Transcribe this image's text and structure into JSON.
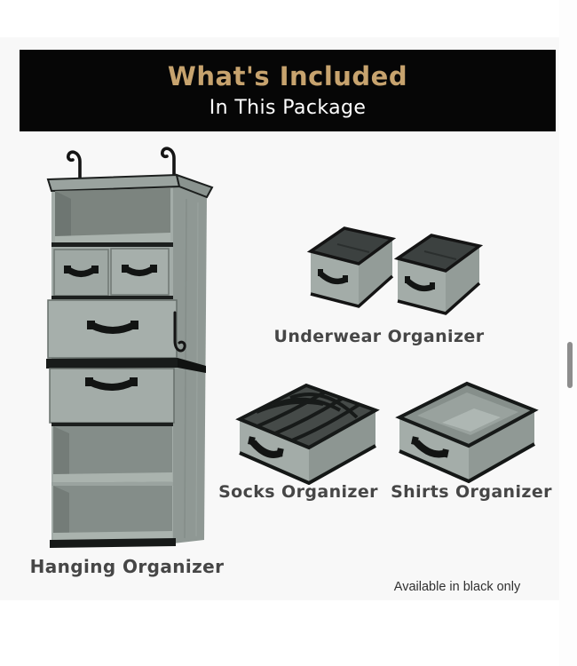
{
  "banner": {
    "title": "What's Included",
    "subtitle": "In This Package",
    "background": "#060606",
    "title_color": "#c7a36e",
    "subtitle_color": "#ffffff"
  },
  "products": [
    {
      "id": "hanging-organizer",
      "label": "Hanging Organizer"
    },
    {
      "id": "underwear-organizer",
      "label": "Underwear Organizer",
      "quantity_shown": 2
    },
    {
      "id": "socks-organizer",
      "label": "Socks Organizer"
    },
    {
      "id": "shirts-organizer",
      "label": "Shirts Organizer"
    }
  ],
  "note": "Available in black only",
  "colors": {
    "canvas_background": "#f8f8f8",
    "page_background": "#ffffff",
    "fabric_light": "#a3aca8",
    "fabric_side": "#8f9894",
    "fabric_interior": "#7c847f",
    "trim_black": "#161918",
    "label_text": "#464646",
    "scrollbar_thumb": "#8d8d8d"
  },
  "icons": {
    "hanging_hooks": "hook-icon"
  }
}
